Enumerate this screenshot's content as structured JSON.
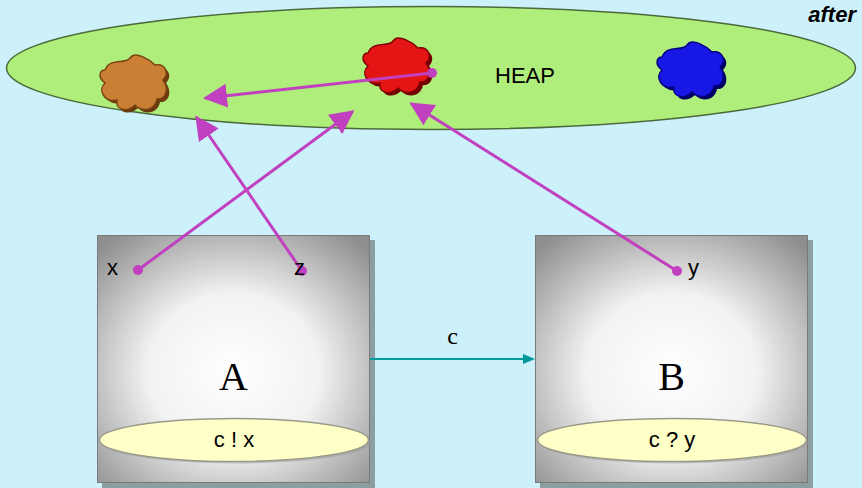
{
  "diagram": {
    "nodes": [
      {
        "text": [
          "HEAP"
        ]
      },
      {
        "text": [
          "x",
          "z",
          "A"
        ]
      },
      {
        "text": [
          "c ! x"
        ],
        "in": 1
      },
      {
        "text": [
          "y",
          "B"
        ]
      },
      {
        "text": [
          "c ? y"
        ],
        "in": 3
      }
    ],
    "edges": [
      {
        "from": 1,
        "to": 3,
        "label": "c",
        "arrow": "to"
      }
    ],
    "labels": [
      "after"
    ]
  }
}
